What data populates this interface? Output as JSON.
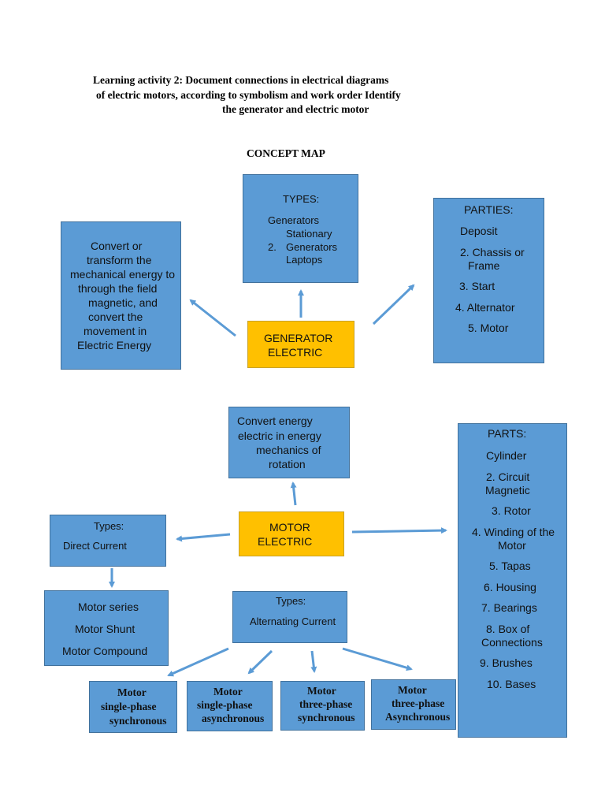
{
  "title": {
    "line1": "Learning activity 2: Document connections in electrical diagrams",
    "line2": "of electric motors, according to symbolism and work order Identify",
    "line3": "the generator and electric motor"
  },
  "concept_map_label": "CONCEPT MAP",
  "generator": {
    "center": [
      "GENERATOR",
      "ELECTRIC"
    ],
    "definition": [
      "Convert or",
      "transform the",
      "mechanical energy to",
      "through the field",
      "magnetic, and",
      "convert the",
      "movement in",
      "Electric Energy"
    ],
    "types": [
      "TYPES:",
      "Generators",
      "Stationary",
      "2.",
      "Generators",
      "Laptops"
    ],
    "parties": [
      "PARTIES:",
      "Deposit",
      "2. Chassis or",
      "Frame",
      "3. Start",
      "4. Alternator",
      "5. Motor"
    ]
  },
  "motor": {
    "center": [
      "MOTOR",
      "ELECTRIC"
    ],
    "definition": [
      "Convert energy",
      "electric in energy",
      "mechanics of",
      "rotation"
    ],
    "dc_types": [
      "Types:",
      "Direct Current"
    ],
    "dc_list": [
      "Motor series",
      "Motor Shunt",
      "Motor Compound"
    ],
    "ac_types": [
      "Types:",
      "Alternating Current"
    ],
    "ac_kinds": [
      [
        "Motor",
        "single-phase",
        "synchronous"
      ],
      [
        "Motor",
        "single-phase",
        "asynchronous"
      ],
      [
        "Motor",
        "three-phase",
        "synchronous"
      ],
      [
        "Motor",
        "three-phase",
        "Asynchronous"
      ]
    ],
    "parts": [
      "PARTS:",
      "Cylinder",
      "2. Circuit",
      "Magnetic",
      "3. Rotor",
      "4. Winding of the",
      "Motor",
      "5. Tapas",
      "6. Housing",
      "7. Bearings",
      "8. Box of",
      "Connections",
      "9. Brushes",
      "10. Bases"
    ]
  },
  "colors": {
    "box_fill": "#5b9bd5",
    "box_border": "#41719c",
    "center_fill": "#ffc000",
    "arrow": "#5b9bd5"
  }
}
